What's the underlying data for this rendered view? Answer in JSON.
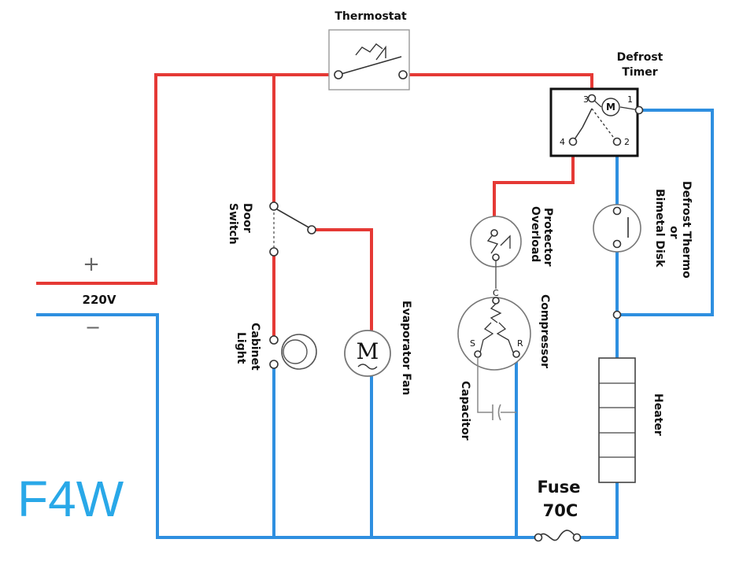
{
  "labels": {
    "thermostat": "Thermostat",
    "defrost_timer_line1": "Defrost",
    "defrost_timer_line2": "Timer",
    "door_switch_line1": "Door",
    "door_switch_line2": "Switch",
    "cabinet_light_line1": "Cabinet",
    "cabinet_light_line2": "Light",
    "evaporator_fan": "Evaporator Fan",
    "overload_line1": "Overload",
    "overload_line2": "Protector",
    "compressor": "Compressor",
    "capacitor": "Capacitor",
    "defrost_thermo_line1": "Defrost Thermo",
    "defrost_thermo_line2": "or",
    "defrost_thermo_line3": "Bimetal Disk",
    "heater": "Heater",
    "fuse_line1": "Fuse",
    "fuse_line2": "70C",
    "voltage": "220V",
    "plus": "+",
    "minus": "−",
    "motor_symbol": "M",
    "timer_motor_symbol": "M",
    "watermark": "F4W"
  },
  "terminals": {
    "timer_3": "3",
    "timer_1": "1",
    "timer_4": "4",
    "timer_2": "2",
    "comp_c": "C",
    "comp_s": "S",
    "comp_r": "R"
  },
  "colors": {
    "hot_wire": "#e53935",
    "neutral_wire": "#2e8fe0",
    "watermark": "#29a8e8"
  }
}
